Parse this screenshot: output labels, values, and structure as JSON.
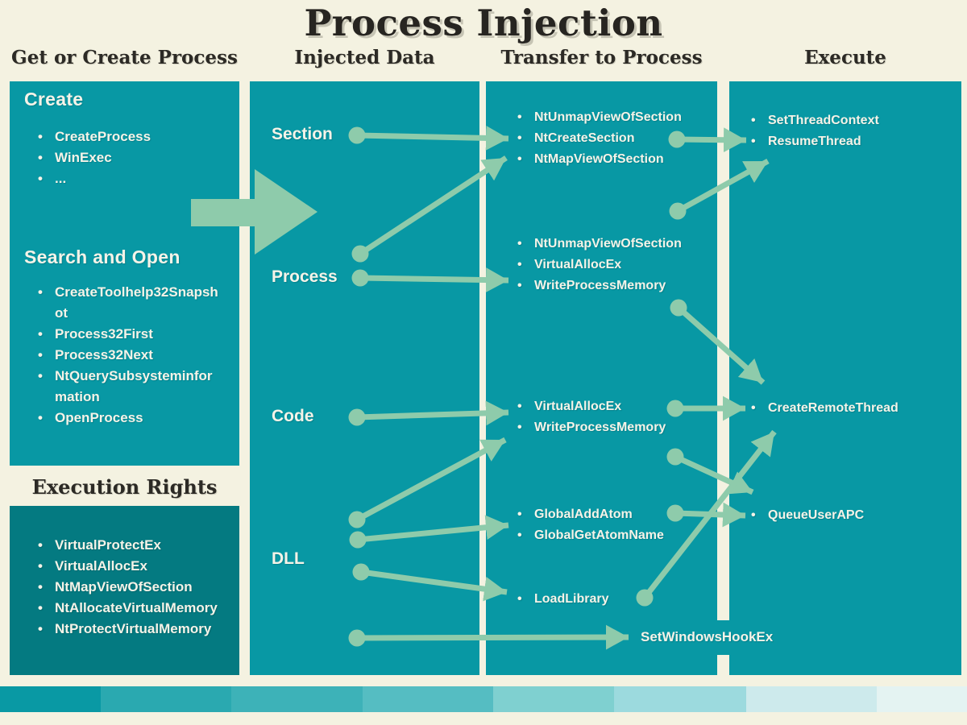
{
  "title": "Process Injection",
  "headers": {
    "col1": "Get or Create Process",
    "col2": "Injected Data",
    "col3": "Transfer to Process",
    "col4": "Execute"
  },
  "create": {
    "heading": "Create",
    "items": [
      "CreateProcess",
      "WinExec",
      "..."
    ]
  },
  "search": {
    "heading": "Search and Open",
    "items": [
      "CreateToolhelp32Snapshot",
      "Process32First",
      "Process32Next",
      "NtQuerySubsysteminformation",
      "OpenProcess"
    ]
  },
  "execution_rights": {
    "heading": "Execution Rights",
    "items": [
      "VirtualProtectEx",
      "VirtualAllocEx",
      "NtMapViewOfSection",
      "NtAllocateVirtualMemory",
      "NtProtectVirtualMemory"
    ]
  },
  "injected": {
    "section": "Section",
    "process": "Process",
    "code": "Code",
    "dll": "DLL"
  },
  "transfer": {
    "section_group": [
      "NtUnmapViewOfSection",
      "NtCreateSection",
      "NtMapViewOfSection"
    ],
    "process_group": [
      "NtUnmapViewOfSection",
      "VirtualAllocEx",
      "WriteProcessMemory"
    ],
    "code_group": [
      "VirtualAllocEx",
      "WriteProcessMemory"
    ],
    "atom_group": [
      "GlobalAddAtom",
      "GlobalGetAtomName"
    ],
    "dll_group": [
      "LoadLibrary"
    ],
    "hook": "SetWindowsHookEx"
  },
  "execute": {
    "thread_group": [
      "SetThreadContext",
      "ResumeThread"
    ],
    "remote_group": [
      "CreateRemoteThread"
    ],
    "apc_group": [
      "QueueUserAPC"
    ]
  },
  "colors": {
    "background": "#f4f2e1",
    "panel_teal": "#0898a4",
    "panel_dark_teal": "#047a81",
    "arrow_mint": "#8ecbab",
    "heading_text": "#2c2a25",
    "panel_text": "#f5f3e8"
  },
  "bottom_strip": {
    "segments": [
      {
        "width": 125,
        "color": "#0999a4"
      },
      {
        "width": 162,
        "color": "#2aa9b0"
      },
      {
        "width": 163,
        "color": "#3db2b8"
      },
      {
        "width": 162,
        "color": "#55bdc2"
      },
      {
        "width": 150,
        "color": "#7fd0d0"
      },
      {
        "width": 164,
        "color": "#9cdade"
      },
      {
        "width": 162,
        "color": "#cdeaec"
      },
      {
        "width": 112,
        "color": "#e4f3f2"
      }
    ]
  }
}
